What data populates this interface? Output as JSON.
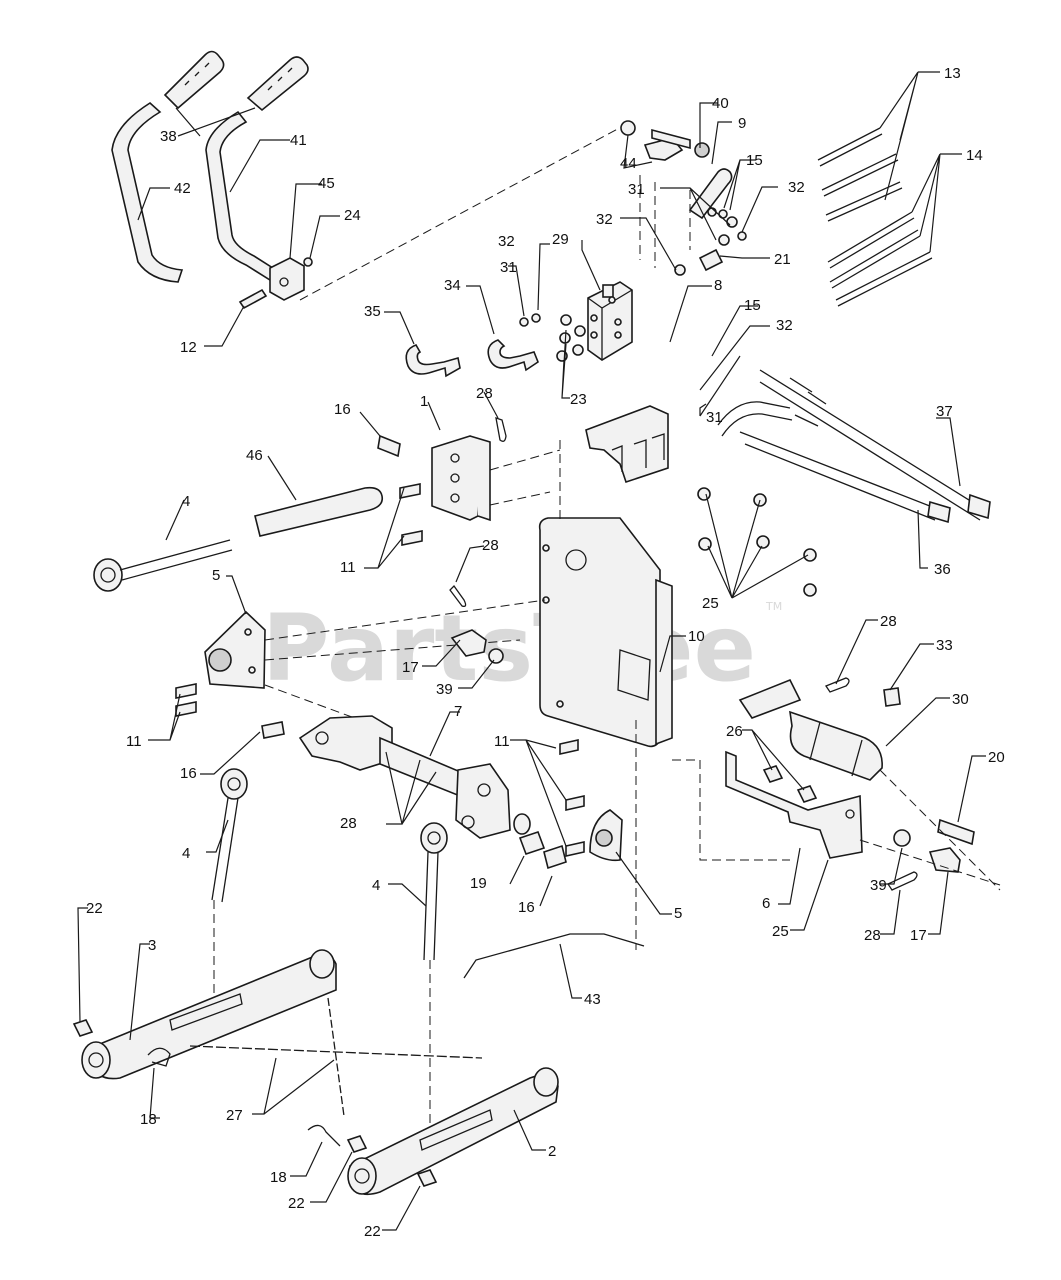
{
  "watermark": {
    "text": "PartsTree",
    "tm": "TM"
  },
  "labels": [
    "1",
    "2",
    "3",
    "4",
    "5",
    "6",
    "7",
    "8",
    "9",
    "10",
    "11",
    "12",
    "13",
    "14",
    "15",
    "16",
    "17",
    "18",
    "19",
    "20",
    "21",
    "22",
    "23",
    "24",
    "25",
    "26",
    "27",
    "28",
    "29",
    "30",
    "31",
    "32",
    "33",
    "34",
    "35",
    "36",
    "37",
    "38",
    "39",
    "40",
    "41",
    "42",
    "43",
    "44",
    "45",
    "46"
  ]
}
